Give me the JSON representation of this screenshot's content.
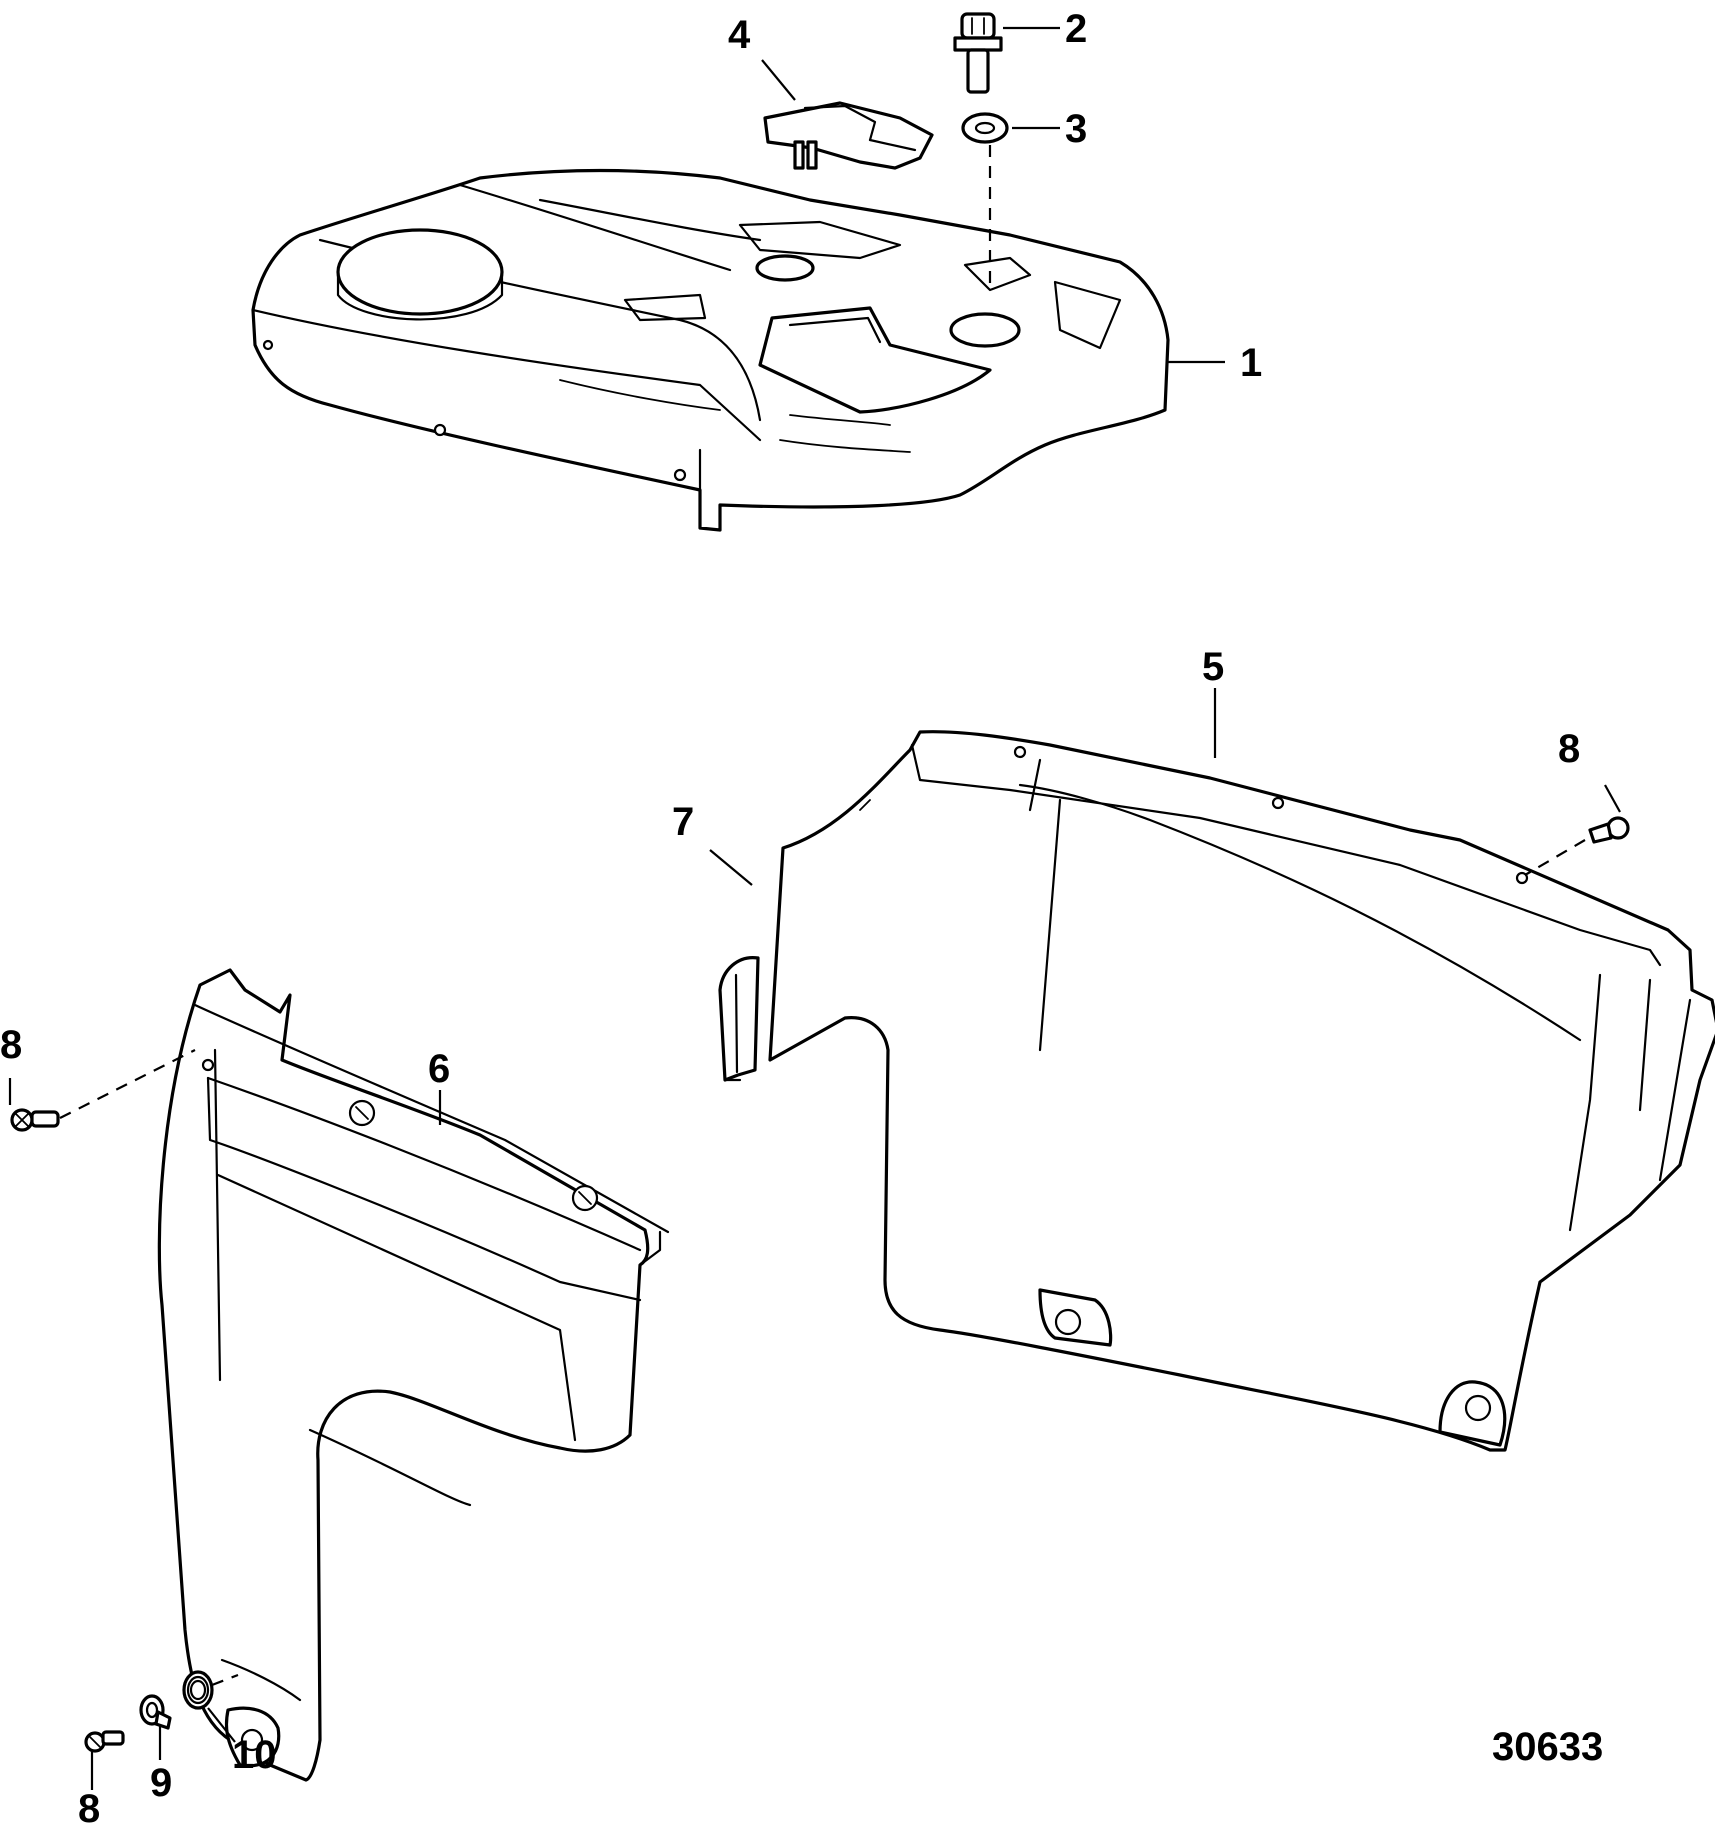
{
  "callouts": {
    "c1": "1",
    "c2": "2",
    "c3": "3",
    "c4": "4",
    "c5": "5",
    "c6": "6",
    "c7": "7",
    "c8a": "8",
    "c8b": "8",
    "c8c": "8",
    "c9": "9",
    "c10": "10"
  },
  "figure_number": "30633"
}
